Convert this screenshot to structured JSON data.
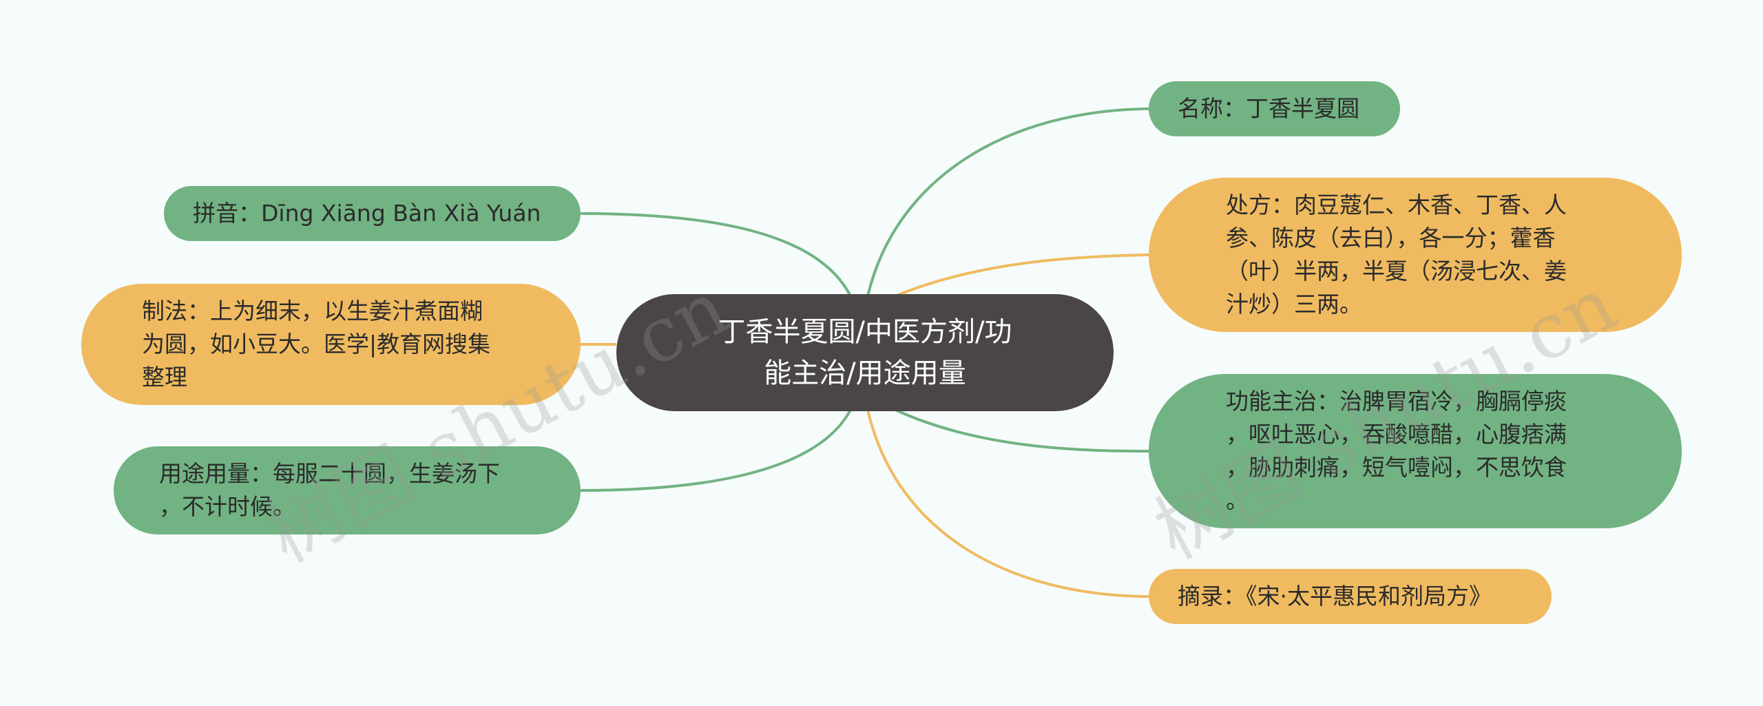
{
  "center": {
    "label": "丁香半夏圆/中医方剂/功\n能主治/用途用量"
  },
  "left_nodes": {
    "pinyin": "拼音：Dīng Xiāng Bàn Xià Yuán",
    "method": "制法：上为细末，以生姜汁煮面糊\n为圆，如小豆大。医学|教育网搜集\n整理",
    "usage": "用途用量：每服二十圆，生姜汤下\n，不计时候。"
  },
  "right_nodes": {
    "name": "名称：丁香半夏圆",
    "prescription": "处方：肉豆蔻仁、木香、丁香、人\n参、陈皮（去白），各一分；藿香\n（叶）半两，半夏（汤浸七次、姜\n汁炒）三两。",
    "function": "功能主治：治脾胃宿冷，胸膈停痰\n，呕吐恶心，吞酸噫醋，心腹痞满\n，胁肋刺痛，短气噎闷，不思饮食\n。",
    "excerpt": "摘录：《宋·太平惠民和剂局方》"
  },
  "watermarks": [
    "树图 shutu.cn",
    "树图 shutu.cn"
  ],
  "colors": {
    "green": "#72b383",
    "orange": "#f0bb60",
    "center": "#4a4646",
    "background": "#f6fbfb"
  }
}
